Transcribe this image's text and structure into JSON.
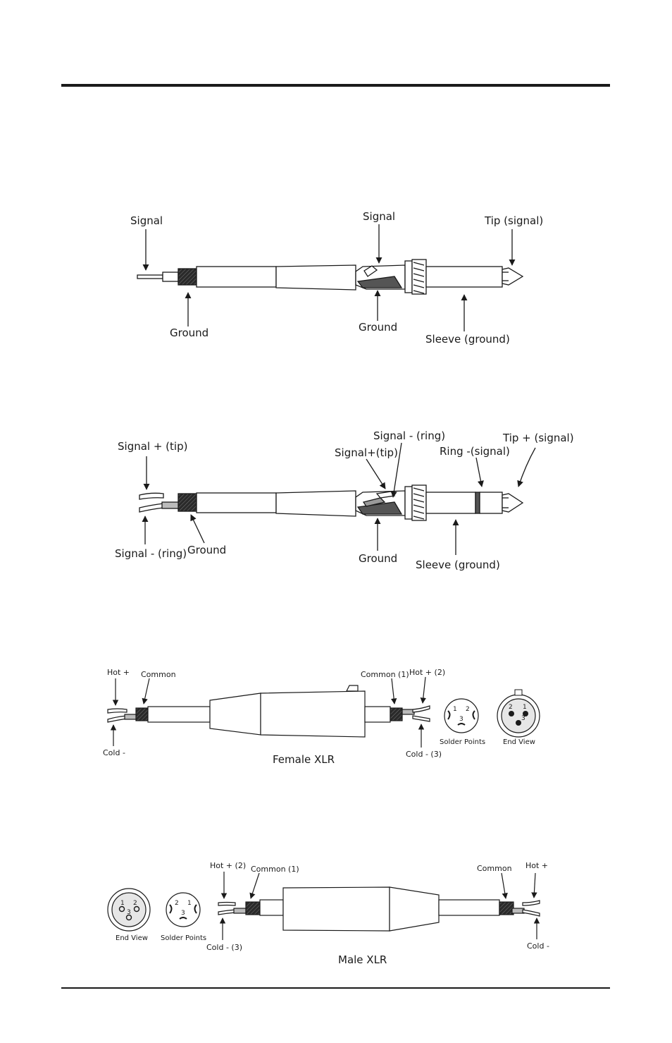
{
  "mono_plug": {
    "label_signal_wire": "Signal",
    "label_ground_shield": "Ground",
    "label_signal_lug": "Signal",
    "label_ground_lug": "Ground",
    "label_tip": "Tip (signal)",
    "label_sleeve": "Sleeve (ground)"
  },
  "stereo_plug": {
    "label_signal_plus_wire": "Signal + (tip)",
    "label_signal_minus_wire": "Signal - (ring)",
    "label_ground_shield": "Ground",
    "label_signal_minus_lug": "Signal -  (ring)",
    "label_signal_plus_lug": "Signal+(tip)",
    "label_ring": "Ring -(signal)",
    "label_tip": "Tip + (signal)",
    "label_ground_lug": "Ground",
    "label_sleeve": "Sleeve (ground)"
  },
  "female_xlr": {
    "caption": "Female XLR",
    "label_hot_left": "Hot  +",
    "label_common_left": "Common",
    "label_cold_left": "Cold -",
    "label_common_right": "Common (1)",
    "label_hot_right": "Hot + (2)",
    "label_cold_right": "Cold -  (3)",
    "solder_points_caption": "Solder Points",
    "end_view_caption": "End View",
    "pins": [
      "1",
      "2",
      "3"
    ]
  },
  "male_xlr": {
    "caption": "Male XLR",
    "label_hot_left": "Hot + (2)",
    "label_common_left": "Common (1)",
    "label_cold_left": "Cold - (3)",
    "label_common_right": "Common",
    "label_hot_right": "Hot +",
    "label_cold_right": "Cold -",
    "end_view_caption": "End View",
    "solder_points_caption": "Solder Points",
    "pins": [
      "1",
      "2",
      "3"
    ]
  }
}
